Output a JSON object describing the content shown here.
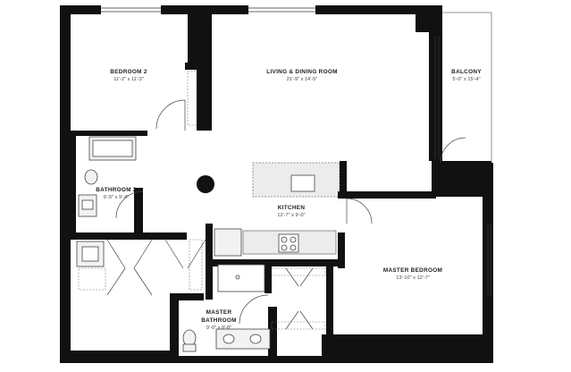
{
  "rooms": {
    "bedroom2": {
      "name": "BEDROOM 2",
      "dims": "11'-2\" x 11'-3\""
    },
    "living": {
      "name": "LIVING & DINING ROOM",
      "dims": "21'-9\" x 14'-5\""
    },
    "balcony": {
      "name": "BALCONY",
      "dims": "5'-0\" x 15'-4\""
    },
    "bathroom2": {
      "name": "BATHROOM 2",
      "dims": "6'-5\" x 9'-4\""
    },
    "kitchen": {
      "name": "KITCHEN",
      "dims": "12'-7\" x 9'-0\""
    },
    "master_bedroom": {
      "name": "MASTER BEDROOM",
      "dims": "13'-10\" x 12'-7\""
    },
    "master_bath": {
      "name": "MASTER",
      "name2": "BATHROOM",
      "dims": "9'-0\" x 9'-8\""
    }
  },
  "colors": {
    "wall": "#111111",
    "line": "#555555",
    "fixture": "#e9e9e9"
  }
}
